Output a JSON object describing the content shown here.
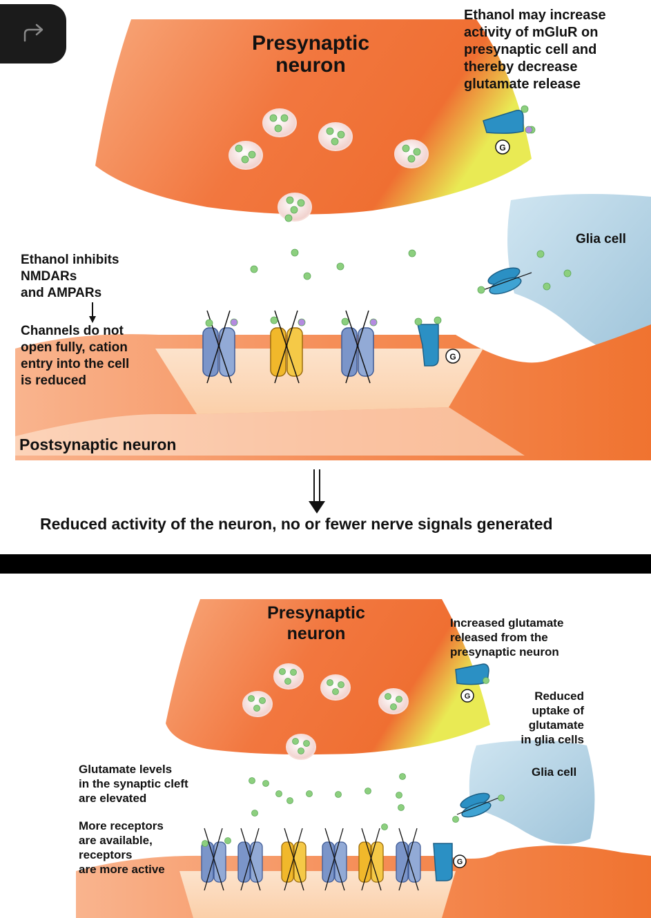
{
  "share_button": {
    "icon": "redo-arrow-icon"
  },
  "top_panel": {
    "presynaptic_label": [
      "Presynaptic",
      "neuron"
    ],
    "mglur_note": [
      "Ethanol may increase",
      "activity of mGluR on",
      "presynaptic cell and",
      "thereby decrease",
      "glutamate release"
    ],
    "glia_label": "Glia cell",
    "ethanol_note": [
      "Ethanol inhibits",
      "NMDARs",
      "and AMPARs"
    ],
    "channels_note": [
      "Channels do not",
      "open fully, cation",
      "entry into the cell",
      "is reduced"
    ],
    "postsynaptic_label": "Postsynaptic neuron",
    "g_protein": "G",
    "result": "Reduced activity of the neuron, no or fewer nerve signals generated"
  },
  "bottom_panel": {
    "presynaptic_label": [
      "Presynaptic",
      "neuron"
    ],
    "glutamate_release_note": [
      "Increased glutamate",
      "released from the",
      "presynaptic neuron"
    ],
    "uptake_note": [
      "Reduced",
      "uptake of",
      "glutamate",
      "in glia cells"
    ],
    "glia_label": "Glia cell",
    "levels_note": [
      "Glutamate levels",
      "in the synaptic cleft",
      "are elevated"
    ],
    "receptors_note": [
      "More receptors",
      "are available,",
      "receptors",
      "are more active"
    ],
    "g_protein": "G"
  },
  "colors": {
    "neuron_orange": "#f2773f",
    "neuron_light": "#fbd3b4",
    "glia_blue": "#bcd9e8",
    "nmda_blue": "#7b95c9",
    "ampa_yellow": "#f1b82b",
    "mglur_teal": "#2b90c4",
    "glutamate_green": "#8ccf7e",
    "vesicle_pink": "#f7e3e1"
  }
}
